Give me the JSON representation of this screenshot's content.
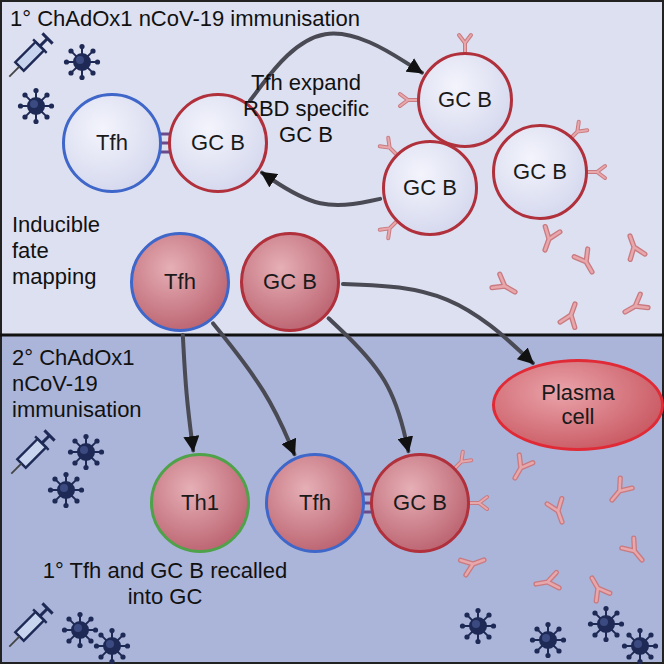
{
  "diagram": {
    "nodes": [
      {
        "text": [
          "Tfh"
        ]
      },
      {
        "text": [
          "GC B"
        ]
      },
      {
        "text": [
          "GC B"
        ]
      },
      {
        "text": [
          "GC B"
        ]
      },
      {
        "text": [
          "GC B"
        ]
      },
      {
        "text": [
          "Tfh"
        ]
      },
      {
        "text": [
          "GC B"
        ]
      },
      {
        "text": [
          "Plasma cell"
        ]
      },
      {
        "text": [
          "Th1"
        ]
      },
      {
        "text": [
          "Tfh"
        ]
      },
      {
        "text": [
          "GC B"
        ]
      }
    ],
    "edges": [
      {
        "from": 1,
        "to": 2,
        "arrow": "to"
      },
      {
        "from": 3,
        "to": 1,
        "arrow": "to"
      },
      {
        "from": 5,
        "to": 8,
        "arrow": "to"
      },
      {
        "from": 5,
        "to": 9,
        "arrow": "to"
      },
      {
        "from": 6,
        "to": 10,
        "arrow": "to"
      },
      {
        "from": 6,
        "to": 7,
        "arrow": "to"
      }
    ],
    "labels": [
      "1° ChAdOx1 nCoV-19 immunisation",
      "Tfh expand RBD specific GC B",
      "Inducible fate mapping",
      "2° ChAdOx1 nCoV-19 immunisation",
      "1° Tfh and GC B recalled into GC"
    ]
  }
}
